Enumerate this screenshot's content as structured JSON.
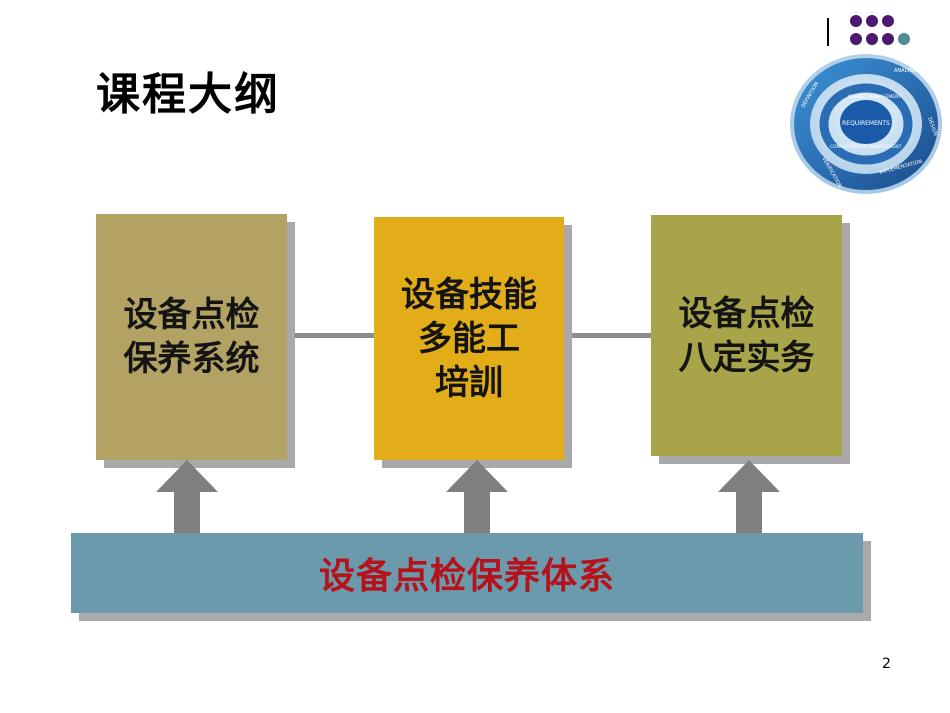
{
  "slide": {
    "title": "课程大纲",
    "page_number": "2"
  },
  "boxes": [
    {
      "text": "设备点检\n保养系统",
      "color": "#b2a263"
    },
    {
      "text": "设备技能\n多能工\n培訓",
      "color": "#e2ad18"
    },
    {
      "text": "设备点检\n八定实务",
      "color": "#a8a44a"
    }
  ],
  "foundation": {
    "text": "设备点检保养体系",
    "color": "#6a9aac",
    "text_color": "#b5121b"
  },
  "logo": {
    "center_label": "REQUIREMENTS",
    "ring_labels": [
      "ANALYSIS",
      "DESIGN",
      "IMPLEMENTATION",
      "VERIFICATION",
      "DEFINITION"
    ],
    "inner_labels": [
      "CHANGE MANAGEMENT",
      "CONFIGURATION MANAGEMENT"
    ]
  },
  "decor_dots": [
    "#4b1a6e",
    "#4b1a6e",
    "#4b1a6e",
    "#4b1a6e",
    "#4b1a6e",
    "#4b1a6e",
    "#4f8c96"
  ]
}
